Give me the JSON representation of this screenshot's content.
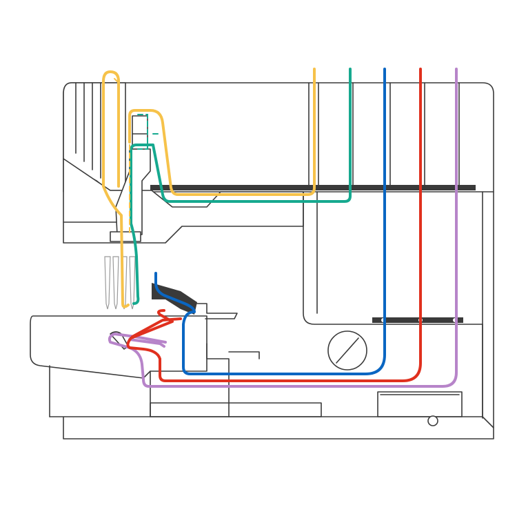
{
  "threads": [
    {
      "id": "needle-left",
      "color": "#f6c24a"
    },
    {
      "id": "needle-right",
      "color": "#16a98f"
    },
    {
      "id": "upper-looper",
      "color": "#0a66c2"
    },
    {
      "id": "lower-looper",
      "color": "#e0301e"
    },
    {
      "id": "chain-looper",
      "color": "#b784c9"
    }
  ],
  "icons": {
    "handwheel": "handwheel-icon",
    "screw": "screw-icon"
  }
}
